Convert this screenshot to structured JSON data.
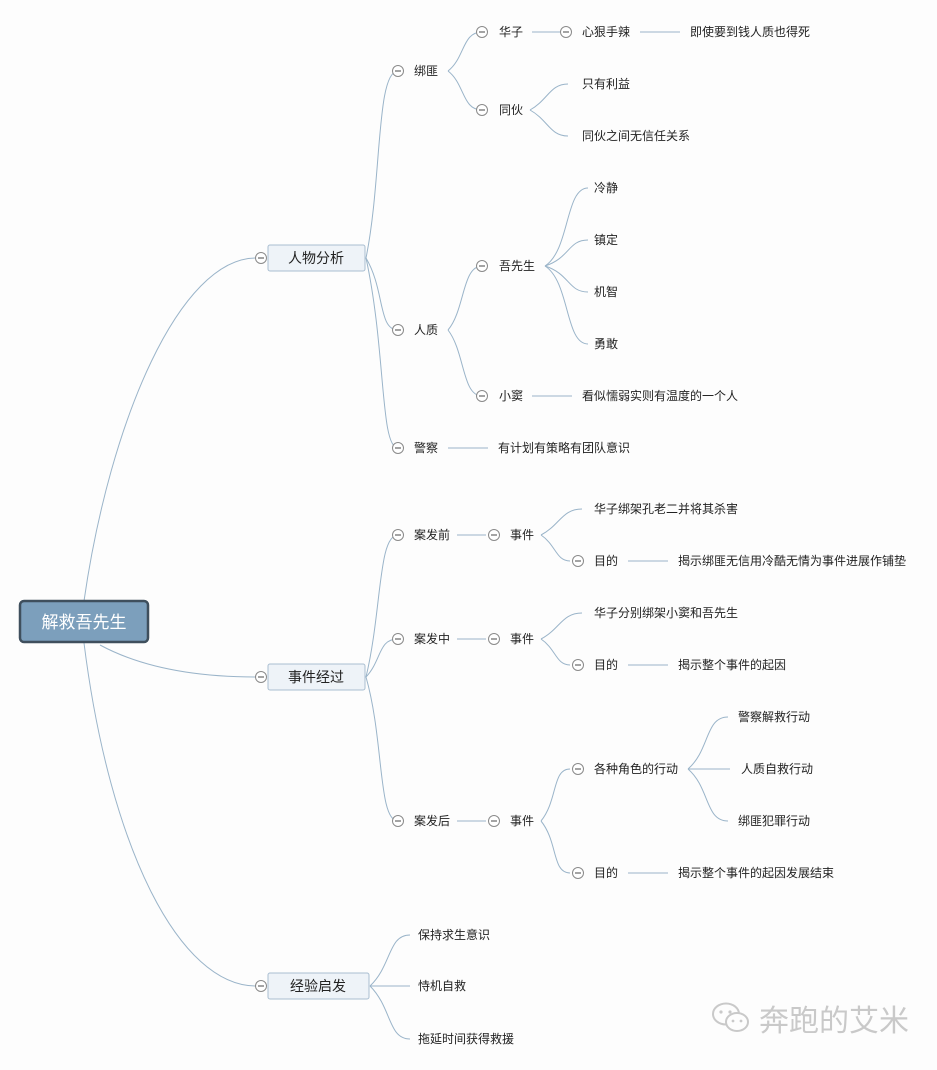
{
  "root": {
    "label": "解救吾先生"
  },
  "branches": {
    "characters": {
      "label": "人物分析",
      "kidnappers": {
        "label": "绑匪",
        "huazi": {
          "label": "华子",
          "trait": "心狠手辣",
          "detail": "即使要到钱人质也得死"
        },
        "accomplices": {
          "label": "同伙",
          "point1": "只有利益",
          "point2": "同伙之间无信任关系"
        }
      },
      "hostages": {
        "label": "人质",
        "mrwu": {
          "label": "吾先生",
          "traits": [
            "冷静",
            "镇定",
            "机智",
            "勇敢"
          ]
        },
        "xiaodou": {
          "label": "小窦",
          "detail": "看似懦弱实则有温度的一个人"
        }
      },
      "police": {
        "label": "警察",
        "detail": "有计划有策略有团队意识"
      }
    },
    "events": {
      "label": "事件经过",
      "before": {
        "label": "案发前",
        "event": {
          "label": "事件",
          "detail": "华子绑架孔老二并将其杀害"
        },
        "purpose": {
          "label": "目的",
          "detail": "揭示绑匪无信用冷酷无情为事件进展作铺垫"
        }
      },
      "during": {
        "label": "案发中",
        "event": {
          "label": "事件",
          "detail": "华子分别绑架小窦和吾先生"
        },
        "purpose": {
          "label": "目的",
          "detail": "揭示整个事件的起因"
        }
      },
      "after": {
        "label": "案发后",
        "event": {
          "label": "事件",
          "actions": {
            "label": "各种角色的行动",
            "items": [
              "警察解救行动",
              "人质自救行动",
              "绑匪犯罪行动"
            ]
          },
          "purpose": {
            "label": "目的",
            "detail": "揭示整个事件的起因发展结束"
          }
        }
      }
    },
    "lessons": {
      "label": "经验启发",
      "items": [
        "保持求生意识",
        "恃机自救",
        "拖延时间获得救援"
      ]
    }
  },
  "watermark": {
    "text": "奔跑的艾米"
  },
  "colors": {
    "root_fill": "#7c9fbc",
    "root_stroke": "#3f4f5d",
    "main_fill": "#eef3f8",
    "main_stroke": "#a9bed1",
    "line": "#9ab4c9",
    "watermark": "#c9c9c9"
  }
}
